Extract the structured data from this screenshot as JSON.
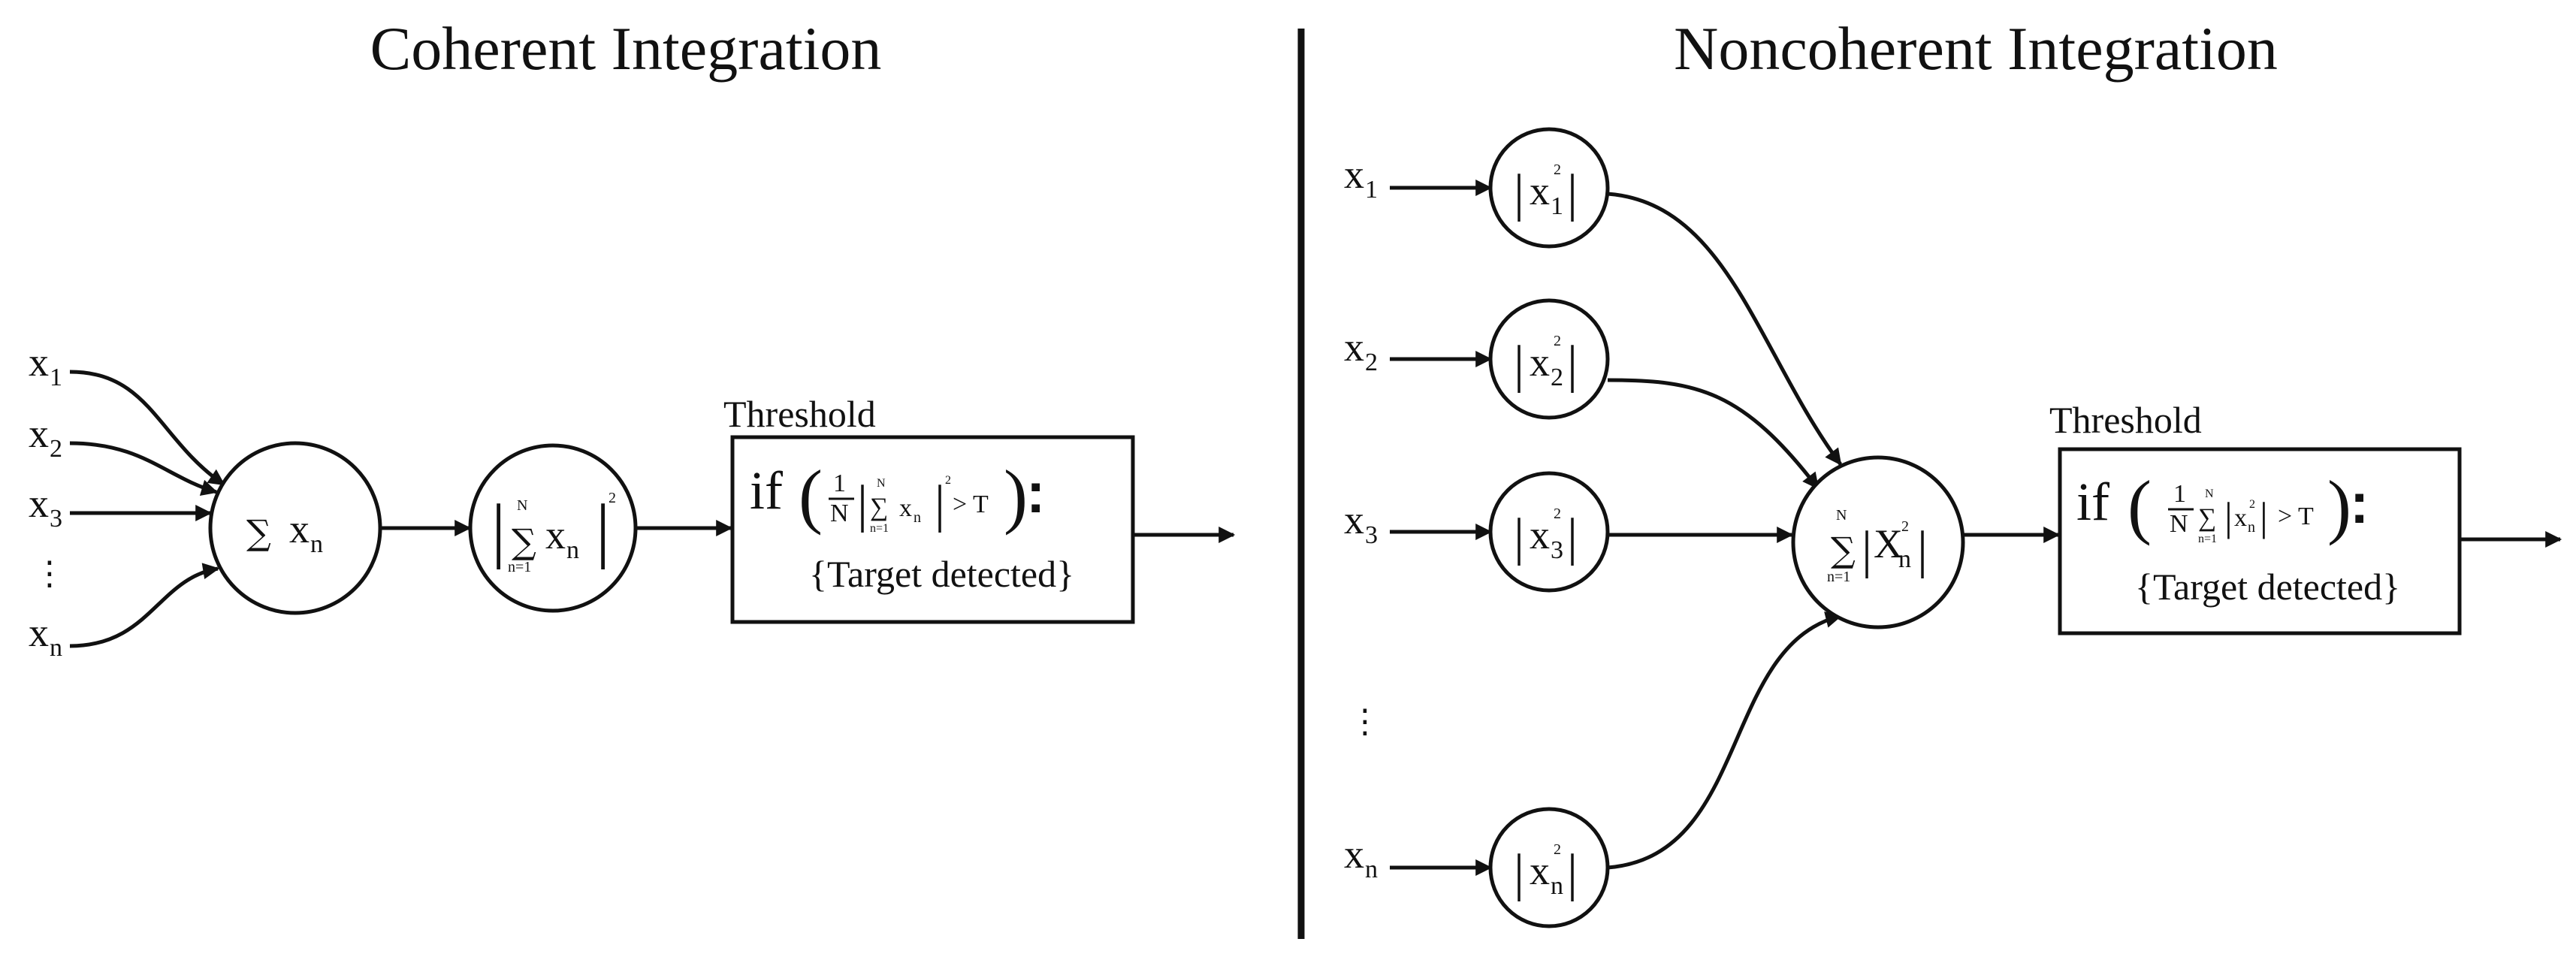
{
  "coherent": {
    "title": "Coherent Integration",
    "inputs": [
      "x",
      "x",
      "x",
      "x"
    ],
    "input_subs": [
      "1",
      "2",
      "3",
      "n"
    ],
    "vdots": "⋮",
    "sum_node": {
      "sigma": "∑",
      "var": "x",
      "sub": "n"
    },
    "mag_node": {
      "bar": "|",
      "sigma": "∑",
      "top": "N",
      "bottom": "n=1",
      "var": "x",
      "sub": "n",
      "power": "2"
    },
    "threshold_label": "Threshold",
    "rule": {
      "if": "if",
      "open": "(",
      "frac_num": "1",
      "frac_den": "N",
      "bar": "|",
      "sigma": "∑",
      "top": "N",
      "bottom": "n=1",
      "var": "x",
      "sub": "n",
      "power": "2",
      "compare": "> T",
      "close": ")",
      "colon": ":",
      "result": "{Target detected}"
    }
  },
  "noncoherent": {
    "title": "Noncoherent Integration",
    "inputs": [
      "x",
      "x",
      "x",
      "x"
    ],
    "input_subs": [
      "1",
      "2",
      "3",
      "n"
    ],
    "vdots": "⋮",
    "square_nodes": [
      {
        "bar": "|",
        "var": "x",
        "sub": "1",
        "power": "2"
      },
      {
        "bar": "|",
        "var": "x",
        "sub": "2",
        "power": "2"
      },
      {
        "bar": "|",
        "var": "x",
        "sub": "3",
        "power": "2"
      },
      {
        "bar": "|",
        "var": "x",
        "sub": "n",
        "power": "2"
      }
    ],
    "sum_node": {
      "sigma": "∑",
      "top": "N",
      "bottom": "n=1",
      "bar": "|",
      "var": "X",
      "sub": "n",
      "power": "2"
    },
    "threshold_label": "Threshold",
    "rule": {
      "if": "if",
      "open": "(",
      "frac_num": "1",
      "frac_den": "N",
      "sigma": "∑",
      "top": "N",
      "bottom": "n=1",
      "bar": "|",
      "var": "x",
      "sub": "n",
      "power": "2",
      "compare": "> T",
      "close": ")",
      "colon": ":",
      "result": "{Target detected}"
    }
  }
}
